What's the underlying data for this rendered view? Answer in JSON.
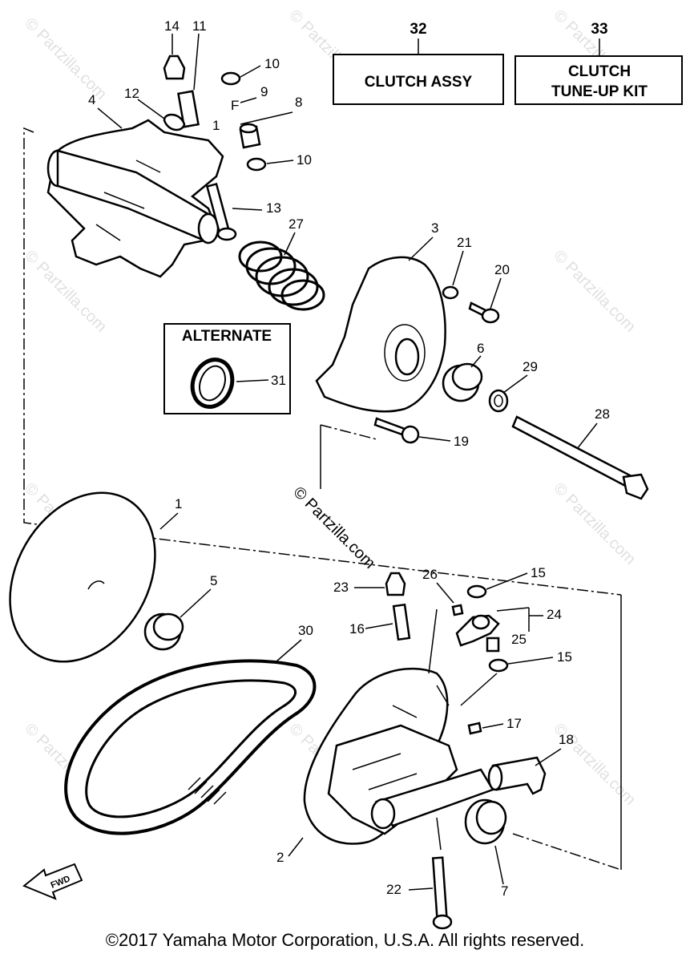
{
  "boxes": {
    "clutch_assy": {
      "number": "32",
      "label": "CLUTCH ASSY"
    },
    "tune_up_kit": {
      "number": "33",
      "label_line1": "CLUTCH",
      "label_line2": "TUNE-UP KIT"
    },
    "alternate": {
      "label": "ALTERNATE",
      "number": "31"
    }
  },
  "callouts": {
    "c14": "14",
    "c11": "11",
    "c10a": "10",
    "c9": "9",
    "c8": "8",
    "c4": "4",
    "c12": "12",
    "c1a": "1",
    "c10b": "10",
    "c13": "13",
    "c27": "27",
    "c3": "3",
    "c21": "21",
    "c20": "20",
    "c6": "6",
    "c29": "29",
    "c28": "28",
    "c19": "19",
    "c1b": "1",
    "c5": "5",
    "c30": "30",
    "c23": "23",
    "c26": "26",
    "c15a": "15",
    "c24": "24",
    "c16": "16",
    "c25": "25",
    "c15b": "15",
    "c17": "17",
    "c18": "18",
    "c2": "2",
    "c22": "22",
    "c7": "7"
  },
  "fwd_arrow": "FWD",
  "watermark": "© Partzilla.com",
  "copyright": "©2017 Yamaha Motor Corporation, U.S.A. All rights reserved."
}
